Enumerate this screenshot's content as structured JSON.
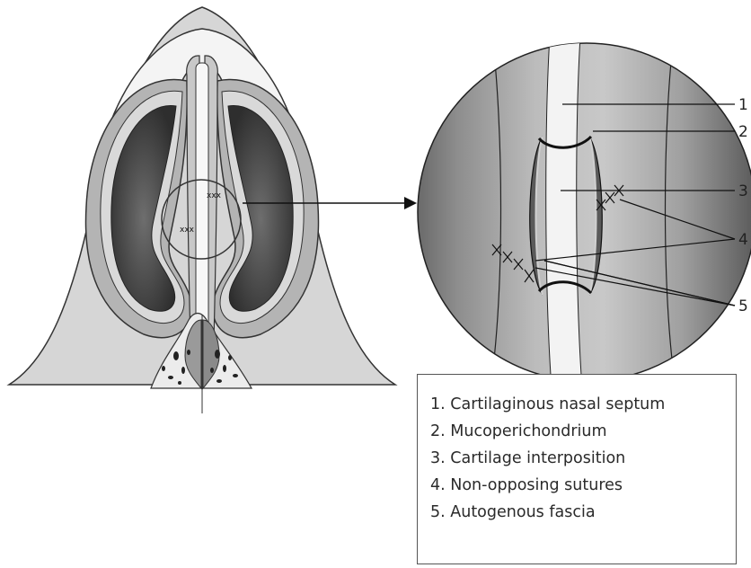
{
  "callout_numbers": [
    "1",
    "2",
    "3",
    "4",
    "5"
  ],
  "legend": {
    "items": [
      "1. Cartilaginous nasal septum",
      "2. Mucoperichondrium",
      "3. Cartilage interposition",
      "4. Non-opposing sutures",
      "5. Autogenous fascia"
    ]
  }
}
